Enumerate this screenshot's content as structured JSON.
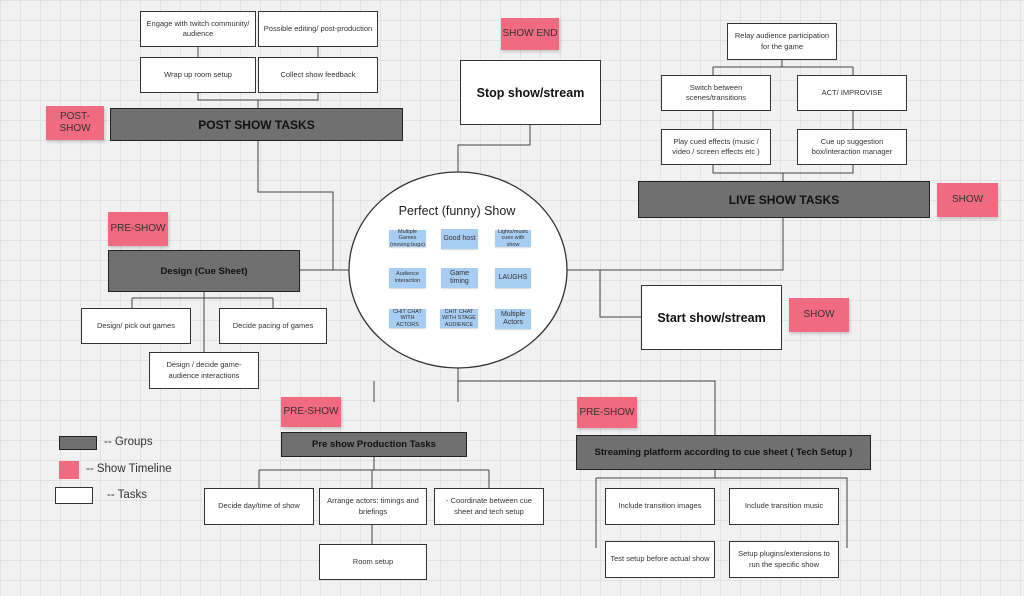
{
  "center": {
    "title": "Perfect (funny) Show",
    "notes": [
      "Multiple Games (moving bugs)",
      "Good host",
      "Lights/music cues with show",
      "Audience interaction",
      "Game timing",
      "LAUGHS",
      "CHIT CHAT WITH ACTORS",
      "CHIT CHAT WITH STAGE AUDIENCE",
      "Multiple Actors"
    ]
  },
  "stickies": {
    "show_end": "SHOW END",
    "post_show": "POST-SHOW",
    "pre_show_design": "PRE-SHOW",
    "show_live": "SHOW",
    "show_start": "SHOW",
    "pre_show_production": "PRE-SHOW",
    "pre_show_streaming": "PRE-SHOW"
  },
  "groups": {
    "post_show": "POST SHOW TASKS",
    "design": "Design (Cue Sheet)",
    "live_show": "LIVE SHOW TASKS",
    "pre_show_production": "Pre show Production Tasks",
    "streaming": "Streaming platform according to cue sheet ( Tech Setup )"
  },
  "milestones": {
    "stop": "Stop show/stream",
    "start": "Start show/stream"
  },
  "tasks": {
    "engage": "Engage with twitch community/ audience",
    "editing": "Possible editing/ post-production",
    "wrap_up": "Wrap up room setup",
    "feedback": "Collect show feedback",
    "relay": "Relay audience participation for the game",
    "switch_scenes": "Switch between scenes/transitions",
    "act": "ACT/ IMPROVISE",
    "cued_effects": "Play cued effects (music / video / screen effects etc )",
    "suggestion_box": "Cue up suggestion box/interaction manager",
    "pick_games": "Design/ pick out games",
    "pacing": "Decide pacing of games",
    "interactions": "Design / decide game-audience interactions",
    "day_time": "Decide day/time of show",
    "arrange_actors": "Arrange actors: timings and briefings",
    "coordinate": "- Coordinate between cue sheet and tech setup",
    "room_setup": "Room setup",
    "transition_images": "Include transition images",
    "transition_music": "Include transition music",
    "test_setup": "Test setup before actual show",
    "plugins": "Setup plugins/extensions to run the specific show"
  },
  "legend": {
    "groups": "-- Groups",
    "timeline": "-- Show Timeline",
    "tasks": "-- Tasks"
  }
}
